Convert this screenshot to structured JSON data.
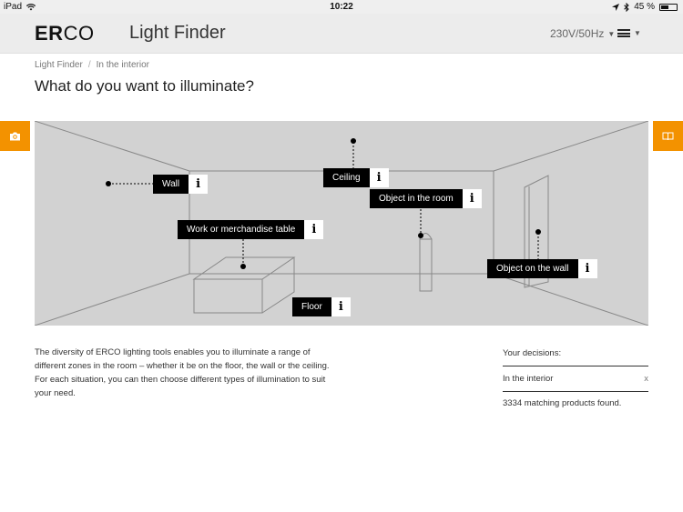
{
  "status_bar": {
    "device": "iPad",
    "time": "10:22",
    "battery": "45 %"
  },
  "header": {
    "logo_bold": "ER",
    "logo_rest": "CO",
    "title": "Light Finder",
    "voltage": "230V/50Hz"
  },
  "breadcrumb": {
    "items": [
      "Light Finder",
      "In the interior"
    ],
    "separator": "/"
  },
  "page_title": "What do you want to illuminate?",
  "room": {
    "hotspots": {
      "wall": "Wall",
      "ceiling": "Ceiling",
      "object_in_room": "Object in the room",
      "work_table": "Work or merchandise table",
      "object_on_wall": "Object on the wall",
      "floor": "Floor"
    },
    "info_glyph": "i"
  },
  "description": "The diversity of ERCO lighting tools enables you to illuminate a range of different zones in the room – whether it be on the floor, the wall or the ceiling. For each situation, you can then choose different types of illumination to suit your need.",
  "decisions": {
    "heading": "Your decisions:",
    "items": [
      {
        "label": "In the interior",
        "remove": "x"
      }
    ],
    "result": "3334 matching products found."
  },
  "colors": {
    "accent": "#f39200",
    "room_bg": "#d2d2d2",
    "label_bg": "#000000"
  },
  "icons": {
    "left_tab": "camera-icon",
    "right_tab": "book-icon"
  }
}
